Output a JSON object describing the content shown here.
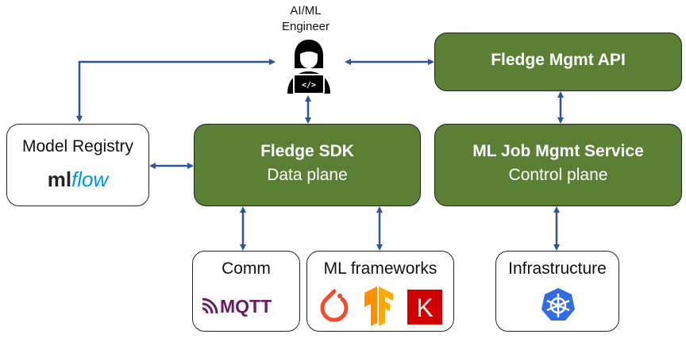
{
  "engineer": {
    "line1": "AI/ML",
    "line2": "Engineer",
    "icon": "developer-laptop-icon"
  },
  "mgmt_api": {
    "title": "Fledge Mgmt API"
  },
  "sdk": {
    "title": "Fledge SDK",
    "subtitle": "Data plane"
  },
  "job_service": {
    "title": "ML Job Mgmt Service",
    "subtitle": "Control plane"
  },
  "registry": {
    "title": "Model Registry",
    "logo_text_ml": "ml",
    "logo_text_flow": "flow"
  },
  "comm": {
    "title": "Comm",
    "logo_text": "MQTT"
  },
  "frameworks": {
    "title": "ML frameworks",
    "logos": [
      "pytorch-icon",
      "tensorflow-icon",
      "keras-icon"
    ],
    "keras_letter": "K"
  },
  "infra": {
    "title": "Infrastructure",
    "logo": "kubernetes-icon"
  },
  "colors": {
    "green": "#5b7f35",
    "arrow": "#2e5597",
    "mqtt": "#6a1a63",
    "mlflow_blue": "#0194e2",
    "pytorch": "#ee4c2c",
    "tensorflow": "#ff8f00",
    "keras": "#d00000",
    "k8s": "#326ce5"
  }
}
